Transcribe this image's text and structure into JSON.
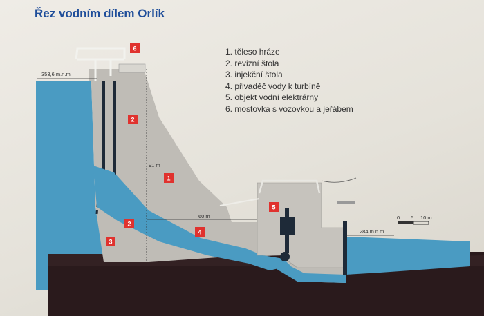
{
  "title": "Řez vodním dílem Orlík",
  "legend": [
    "1. těleso hráze",
    "2. revizní štola",
    "3. injekční štola",
    "4. přivaděč vody k turbíně",
    "5. objekt vodní elektrárny",
    "6. mostovka s vozovkou a jeřábem"
  ],
  "labels": {
    "upper_level": "353,6 m.n.m.",
    "lower_level": "284 m.n.m.",
    "height": "91 m",
    "width": "60 m"
  },
  "scale": {
    "zero": "0",
    "mid": "5",
    "end": "10 m"
  },
  "numbers": {
    "n1": "1",
    "n2a": "2",
    "n2b": "2",
    "n3": "3",
    "n4": "4",
    "n5": "5",
    "n6": "6"
  },
  "colors": {
    "water": "#4a9bc2",
    "concrete": "#bfbcb6",
    "ground": "#2a1a1c",
    "badge": "#e0322e",
    "title": "#1f4e9a"
  }
}
